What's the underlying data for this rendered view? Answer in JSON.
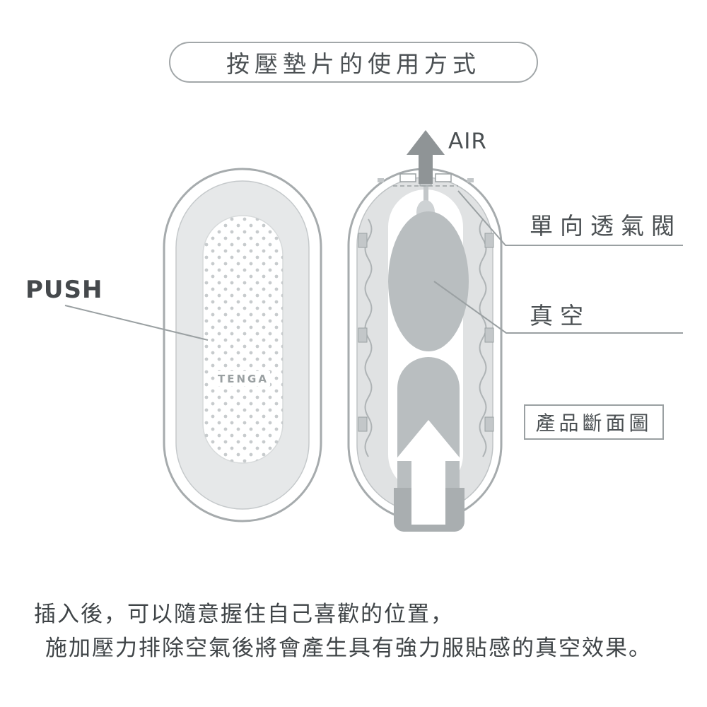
{
  "header": {
    "title": "按壓墊片的使用方式"
  },
  "device": {
    "push_label": "PUSH",
    "brand_logo": "TENGA"
  },
  "cross_section": {
    "air_label": "AIR",
    "valve_label": "單向透氣閥",
    "vacuum_label": "真空",
    "caption": "產品斷面圖"
  },
  "description": {
    "line1": "插入後，可以隨意握住自己喜歡的位置，",
    "line2": "施加壓力排除空氣後將會產生具有強力服貼感的真空效果。"
  },
  "colors": {
    "outline_gray": "#a6abad",
    "text_gray": "#4b5053",
    "light_gray_fill": "#e3e5e6",
    "mid_gray": "#c6cacc",
    "vacuum_gray": "#b9bec0",
    "arrow_gray": "#8f9496",
    "leader_line": "#9aa0a2",
    "dot_gray": "#c7cbcd"
  }
}
